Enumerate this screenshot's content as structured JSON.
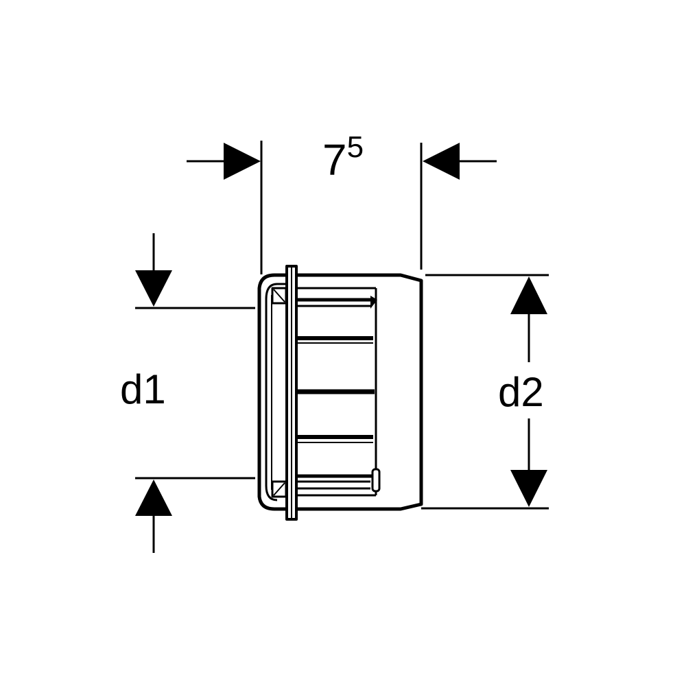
{
  "dimensions": {
    "length": {
      "value": "7",
      "superscript": "5"
    },
    "inner_diameter": "d1",
    "outer_diameter": "d2"
  },
  "colors": {
    "line": "#000000",
    "background": "#ffffff"
  }
}
